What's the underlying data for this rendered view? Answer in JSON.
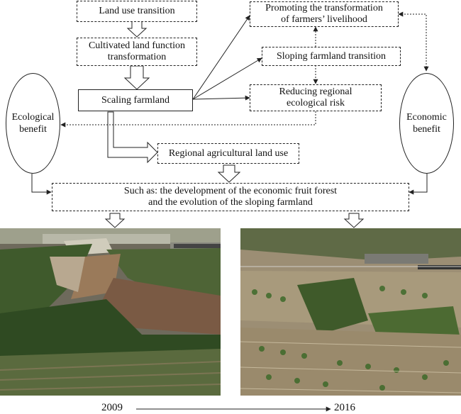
{
  "diagram": {
    "land_use_transition": "Land use transition",
    "cultivated_line1": "Cultivated land function",
    "cultivated_line2": "transformation",
    "scaling_farmland": "Scaling farmland",
    "promoting_line1": "Promoting the transformation",
    "promoting_line2": "of farmers’ livelihood",
    "sloping_farmland_transition": "Sloping farmland transition",
    "reducing_line1": "Reducing regional",
    "reducing_line2": "ecological risk",
    "regional_agricultural_land_use": "Regional agricultural land use",
    "ecological_line1": "Ecological",
    "ecological_line2": "benefit",
    "economic_line1": "Economic",
    "economic_line2": "benefit",
    "such_as_line1": "Such as: the development of the economic fruit forest",
    "such_as_line2": "and the evolution of the sloping farmland"
  },
  "timeline": {
    "start_year": "2009",
    "end_year": "2016"
  },
  "colors": {
    "line": "#222222",
    "background": "#ffffff"
  }
}
